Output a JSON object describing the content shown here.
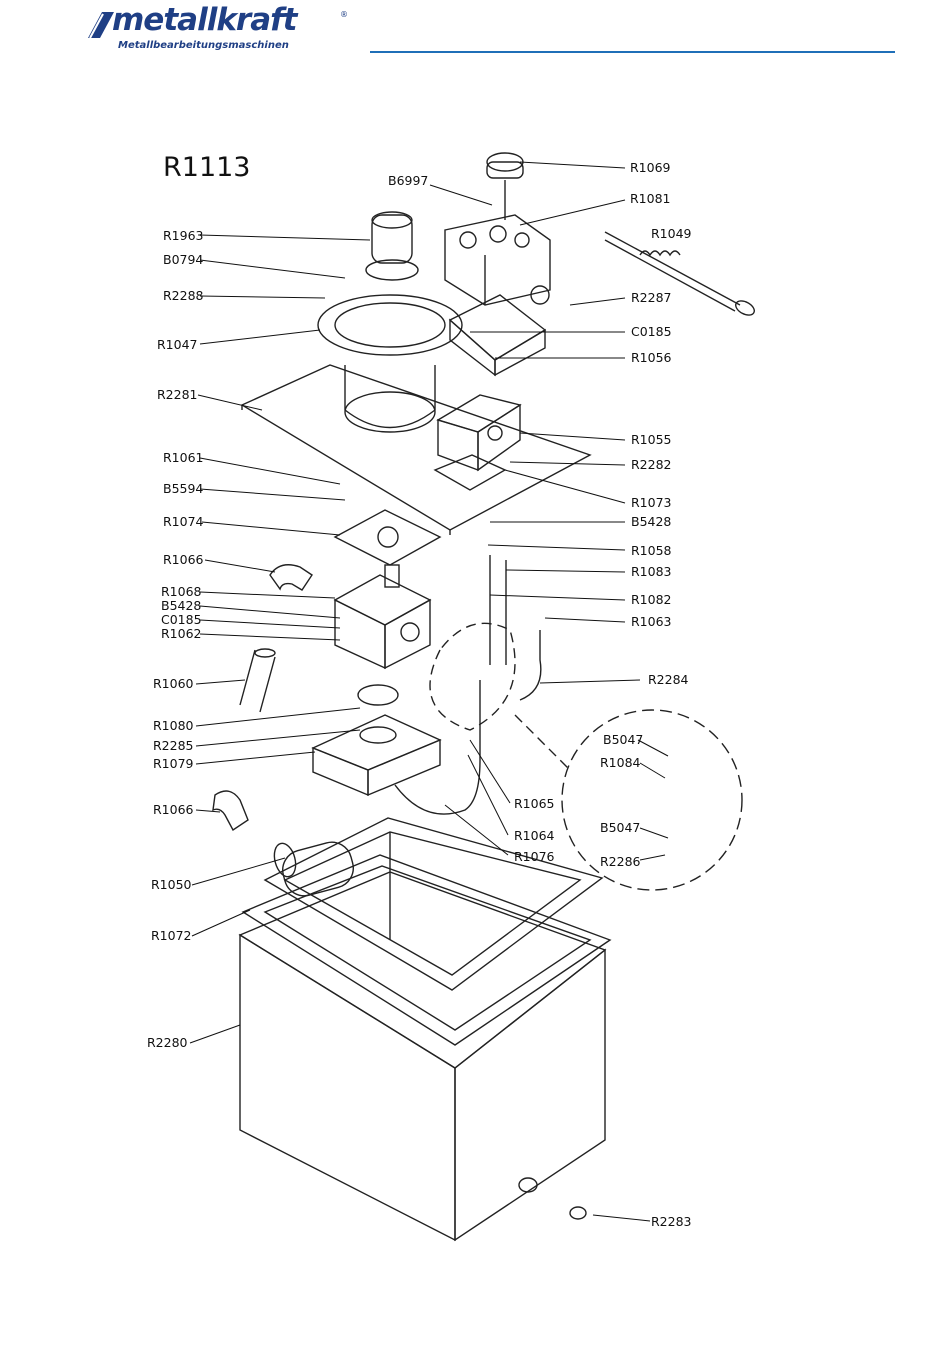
{
  "header": {
    "brand": "metallkraft",
    "tagline": "Metallbearbeitungsmaschinen",
    "reg": "®",
    "accent_color": "#1f3f85",
    "rule_color": "#1f6fb8"
  },
  "diagram": {
    "title": "R1113",
    "labels_left": [
      "R1963",
      "B0794",
      "R2288",
      "R1047",
      "R2281",
      "R1061",
      "B5594",
      "R1074",
      "R1066",
      "R1068",
      "B5428",
      "C0185",
      "R1062",
      "R1060",
      "R1080",
      "R2285",
      "R1079",
      "R1066",
      "R1050",
      "R1072",
      "R2280"
    ],
    "labels_right": [
      "R1069",
      "B6997",
      "R1081",
      "R1049",
      "R2287",
      "C0185",
      "R1056",
      "R1055",
      "R2282",
      "R1073",
      "B5428",
      "R1058",
      "R1083",
      "R1082",
      "R1063",
      "R2284",
      "R1065",
      "R1064",
      "R1076",
      "R2283"
    ],
    "labels_detail": [
      "B5047",
      "R1084",
      "B5047",
      "R2286"
    ]
  }
}
